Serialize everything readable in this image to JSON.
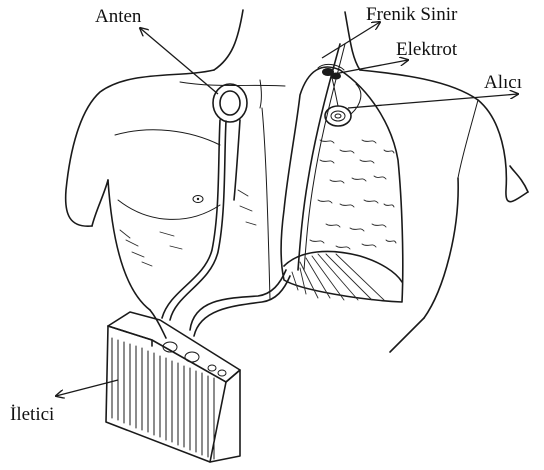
{
  "labels": {
    "antenna": "Anten",
    "phrenic_nerve": "Frenik Sinir",
    "electrode": "Elektrot",
    "receiver": "Alıcı",
    "transmitter": "İletici"
  }
}
